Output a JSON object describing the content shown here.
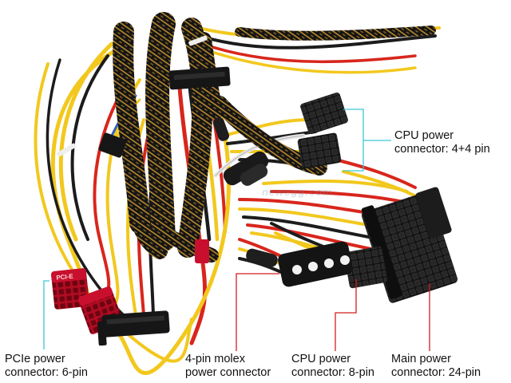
{
  "colors": {
    "braid_dark": "#1a1a1a",
    "braid_gold": "#b8892e",
    "wire_yellow": "#f2c81e",
    "wire_red": "#d8261c",
    "wire_black": "#1c1c1c",
    "connector_red": "#c8102e",
    "connector_black": "#161616",
    "line_cyan": "#3cc6d6",
    "line_red": "#d21f1f"
  },
  "watermark": {
    "text": "newegg.com"
  },
  "labels": {
    "cpu_4plus4": {
      "line1": "CPU power",
      "line2": "connector: 4+4 pin"
    },
    "pcie": {
      "line1": "PCIe power",
      "line2": "connector: 6-pin"
    },
    "molex": {
      "line1": "4-pin molex",
      "line2": "power connector"
    },
    "cpu_8": {
      "line1": "CPU power",
      "line2": "connector: 8-pin"
    },
    "main_24": {
      "line1": "Main power",
      "line2": "connector: 24-pin"
    }
  },
  "pcie_connector_text": "PCI-E"
}
